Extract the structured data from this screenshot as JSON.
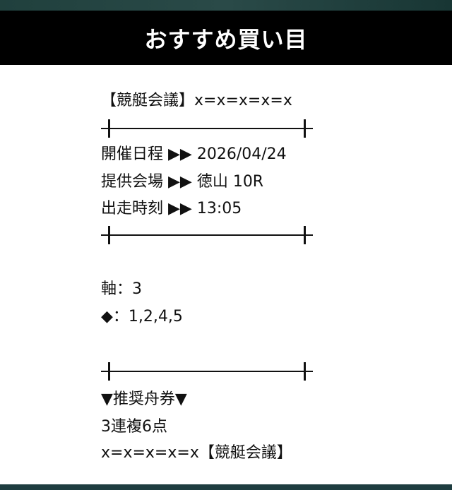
{
  "header": {
    "title": "おすすめ買い目"
  },
  "content": {
    "intro": "【競艇会議】x=x=x=x=x",
    "date": "開催日程 ▶▶ 2026/04/24",
    "venue": "提供会場 ▶▶ 徳山 10R",
    "time": "出走時刻 ▶▶ 13:05",
    "axis": "軸：3",
    "diamond": "◆：1,2,4,5",
    "recommend": "▼推奨舟券▼",
    "bet": "3連複6点",
    "outro": "x=x=x=x=x【競艇会議】"
  }
}
